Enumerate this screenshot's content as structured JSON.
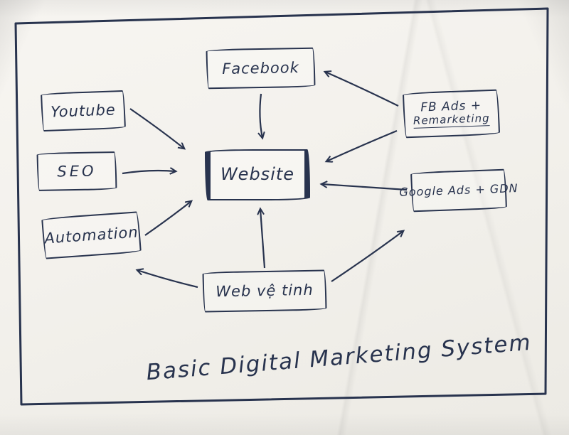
{
  "title": "Basic Digital Marketing System",
  "ink_color": "#28334e",
  "paper_color": "#f4f2ed",
  "nodes": {
    "facebook": {
      "label": "Facebook"
    },
    "youtube": {
      "label": "Youtube"
    },
    "seo": {
      "label": "SEO"
    },
    "automation": {
      "label": "Automation"
    },
    "website": {
      "label": "Website"
    },
    "fb_ads": {
      "label_line1": "FB Ads +",
      "label_line2": "Remarketing"
    },
    "google_ads": {
      "label": "Google Ads + GDN"
    },
    "web_ve_tinh": {
      "label": "Web vệ tinh"
    }
  },
  "edges": [
    {
      "from": "facebook",
      "to": "website"
    },
    {
      "from": "youtube",
      "to": "website"
    },
    {
      "from": "seo",
      "to": "website"
    },
    {
      "from": "automation",
      "to": "website"
    },
    {
      "from": "fb_ads",
      "to": "facebook"
    },
    {
      "from": "fb_ads",
      "to": "website"
    },
    {
      "from": "google_ads",
      "to": "website"
    },
    {
      "from": "web_ve_tinh",
      "to": "website"
    },
    {
      "from": "web_ve_tinh",
      "to": "automation"
    },
    {
      "from": "web_ve_tinh",
      "to": "google_ads"
    }
  ]
}
